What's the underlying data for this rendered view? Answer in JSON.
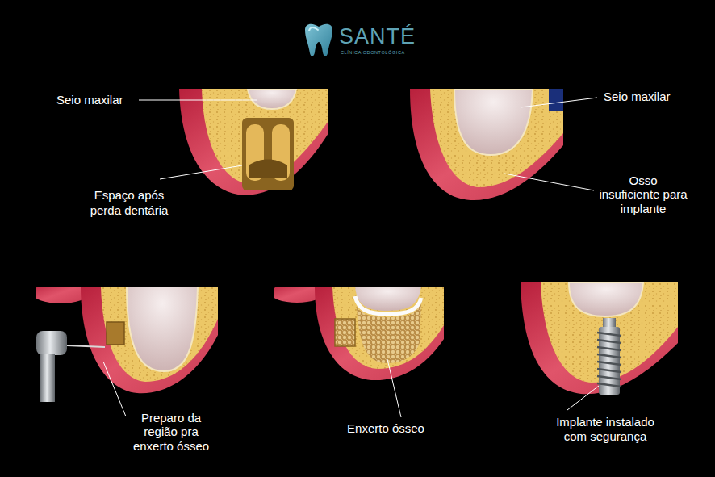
{
  "diagram": {
    "labels": [
      "SANTÉ",
      "CLÍNICA ODONTOLÓGICA",
      "Seio maxilar",
      "Espaço após perda dentária",
      "Seio maxilar",
      "Osso insuficiente para implante",
      "Preparo da região pra enxerto ósseo",
      "Enxerto ósseo",
      "Implante instalado com segurança"
    ]
  }
}
